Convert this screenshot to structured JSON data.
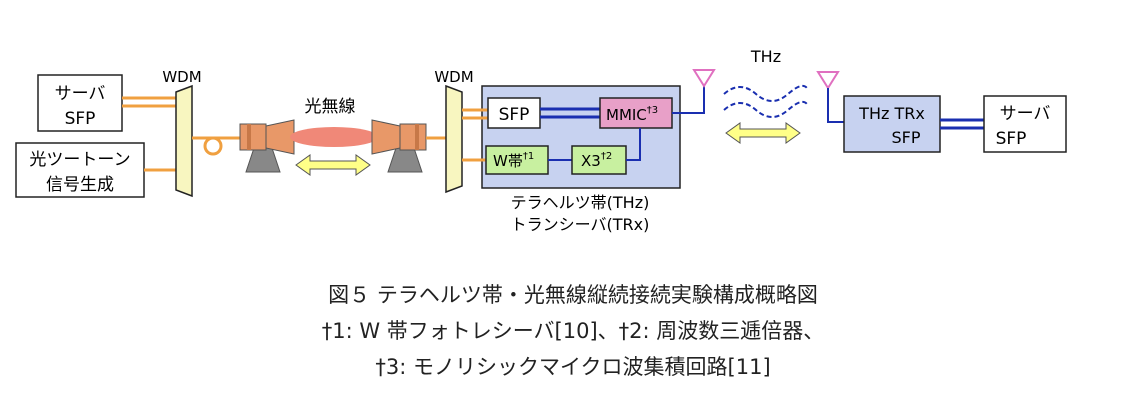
{
  "diagram": {
    "left_server": {
      "line1": "サーバ",
      "line2": "SFP"
    },
    "optical_signal": {
      "line1": "光ツートーン",
      "line2": "信号生成"
    },
    "wdm_left": "WDM",
    "wdm_right": "WDM",
    "wireless_label": "光無線",
    "trx": {
      "sfp": "SFP",
      "mmic": "MMIC",
      "mmic_sup": "†3",
      "wband": "W帯",
      "wband_sup": "†1",
      "x3": "X3",
      "x3_sup": "†2",
      "caption_line1": "テラヘルツ帯(THz)",
      "caption_line2": "トランシーバ(TRx)"
    },
    "thz_label": "THz",
    "thz_trx": {
      "line1": "THz TRx",
      "line2": "SFP"
    },
    "right_server": {
      "line1": "サーバ",
      "line2": "SFP"
    },
    "colors": {
      "orange_fiber": "#f0a040",
      "blue_link": "#1a2fb0",
      "wdm_fill": "#f8f6c0",
      "trx_fill": "#c7d2f0",
      "green_fill": "#c8f0a0",
      "pink_fill": "#e8a0c8",
      "antenna": "#e070c0",
      "beam": "#f08878",
      "arrow_fill": "#ffff88",
      "telescope": "#e89868"
    }
  },
  "caption": {
    "line1": "図５ テラヘルツ帯・光無線縦続接続実験構成概略図",
    "line2": "†1: W 帯フォトレシーバ[10]、†2: 周波数三逓倍器、",
    "line3": "†3: モノリシックマイクロ波集積回路[11]"
  }
}
